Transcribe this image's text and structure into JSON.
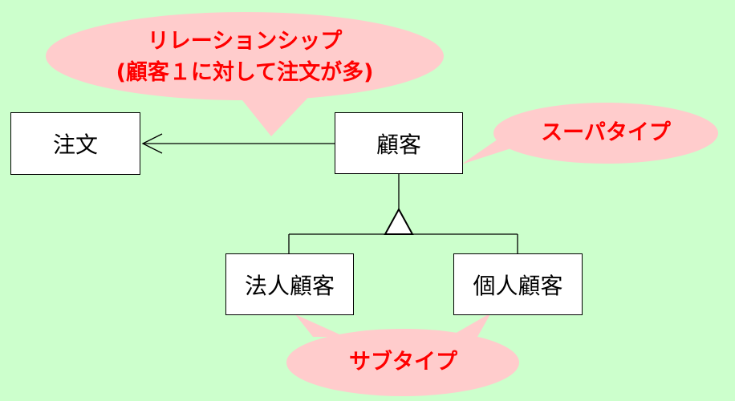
{
  "entities": {
    "order": "注文",
    "customer": "顧客",
    "corporate_customer": "法人顧客",
    "individual_customer": "個人顧客"
  },
  "callouts": {
    "relationship_line1": "リレーションシップ",
    "relationship_line2": "(顧客１に対して注文が多)",
    "supertype": "スーパタイプ",
    "subtype": "サブタイプ"
  },
  "colors": {
    "background": "#ccffcc",
    "bubble": "#ffcccc",
    "callout_text": "#ff0000",
    "line": "#000000"
  },
  "icons": {
    "association": "open-arrow-icon",
    "generalization": "hollow-triangle-icon"
  }
}
